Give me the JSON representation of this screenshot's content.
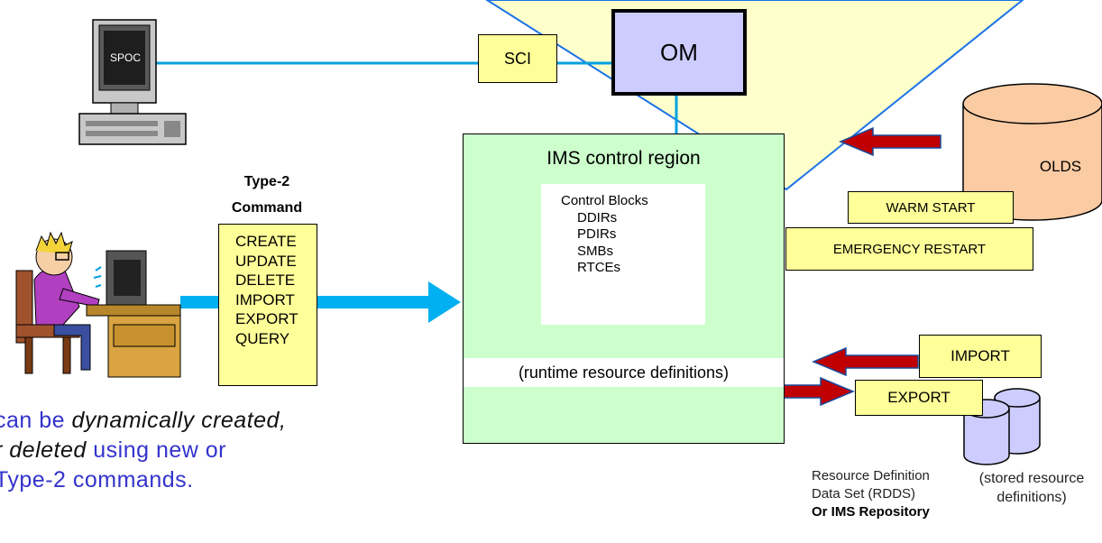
{
  "sci": "SCI",
  "om": "OM",
  "spoc": "SPOC",
  "type2_title": [
    "Type-2",
    "Command"
  ],
  "commands": [
    "CREATE",
    "UPDATE",
    "DELETE",
    "IMPORT",
    "EXPORT",
    "QUERY"
  ],
  "ims_title": "IMS control region",
  "control_blocks": [
    "Control Blocks",
    "DDIRs",
    "PDIRs",
    "SMBs",
    "RTCEs"
  ],
  "runtime_defs": "(runtime resource definitions)",
  "olds": "OLDS",
  "warm_start": "WARM START",
  "emergency_restart": "EMERGENCY RESTART",
  "import_label": "IMPORT",
  "export_label": "EXPORT",
  "rdds": [
    "Resource Definition",
    "Data Set (RDDS)"
  ],
  "repository": "Or IMS Repository",
  "stored_defs": [
    "(stored resource",
    "definitions)"
  ],
  "caption": {
    "line1_a": "can be ",
    "line1_b": "dynamically created,",
    "line2_a": "r deleted",
    "line2_b": " using new or",
    "line3": "Type-2 commands."
  },
  "colors": {
    "yellow_box": "#ffff99",
    "green_region": "#ccffcc",
    "om_fill": "#ccccff",
    "link_blue": "#00a0e0",
    "arrow_red": "#c00000",
    "cylinder_orange": "#fbcba3",
    "caption_blue": "#3333cc"
  }
}
